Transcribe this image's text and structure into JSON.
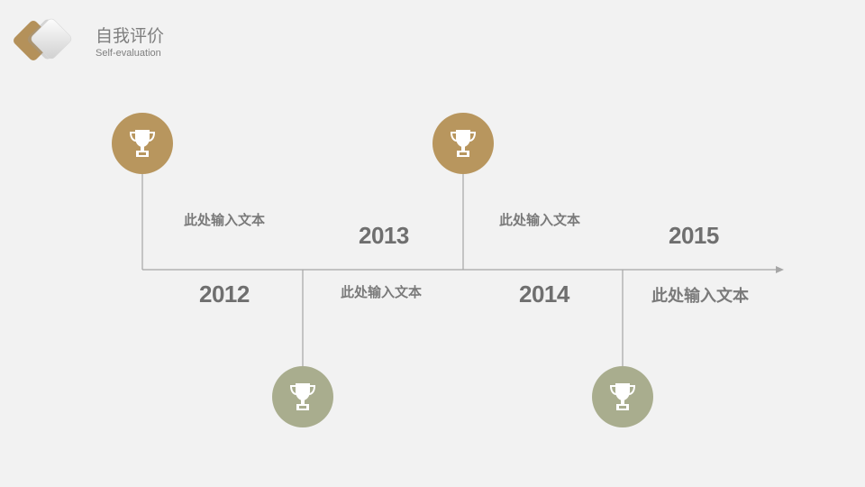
{
  "header": {
    "title": "自我评价",
    "subtitle": "Self-evaluation"
  },
  "colors": {
    "accent_brown": "#b8965e",
    "accent_green": "#a9ad8e",
    "line": "#a6a6a6",
    "text": "#7a7a7a"
  },
  "timeline": {
    "milestones": [
      {
        "year": "2012",
        "text": "此处输入文本",
        "icon": "trophy-icon",
        "color": "brown"
      },
      {
        "year": "2013",
        "text": "此处输入文本",
        "icon": "trophy-icon",
        "color": "green"
      },
      {
        "year": "2014",
        "text": "此处输入文本",
        "icon": "trophy-icon",
        "color": "brown"
      },
      {
        "year": "2015",
        "text": "此处输入文本",
        "icon": "trophy-icon",
        "color": "green"
      }
    ]
  }
}
